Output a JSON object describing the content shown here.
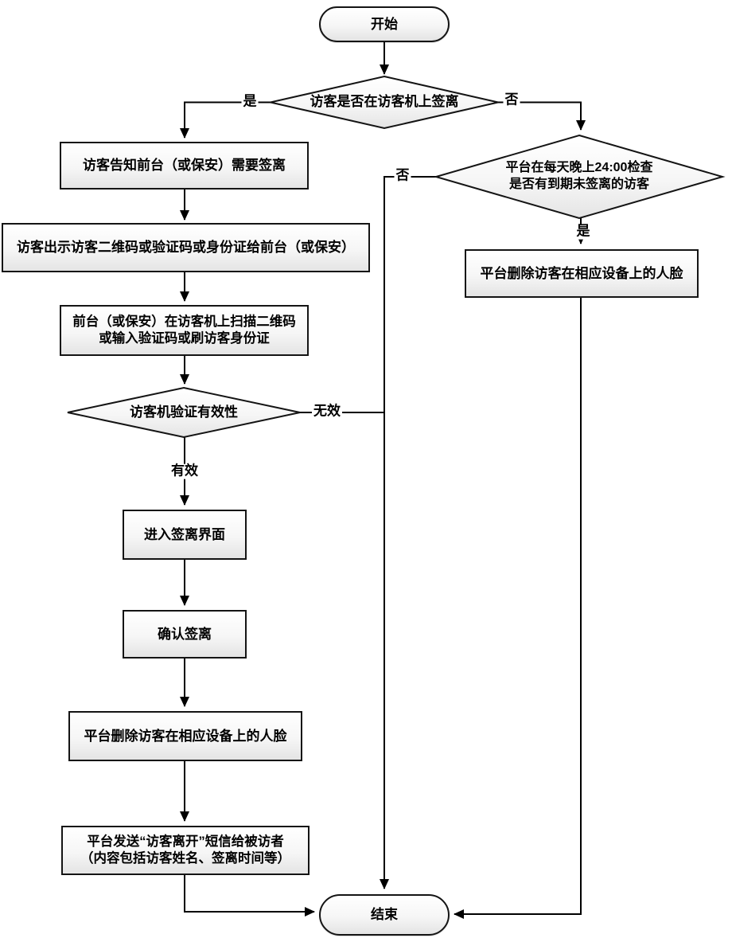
{
  "flowchart": {
    "nodes": {
      "start": {
        "label": "开始"
      },
      "decision_sign_off_at_machine": {
        "label": "访客是否在访客机上签离"
      },
      "visitor_informs_reception": {
        "label": "访客告知前台（或保安）需要签离"
      },
      "visitor_shows_code": {
        "label": "访客出示访客二维码或验证码或身份证给前台（或保安）"
      },
      "reception_scans": {
        "line1": "前台（或保安）在访客机上扫描二维码",
        "line2": "或输入验证码或刷访客身份证"
      },
      "decision_machine_validates": {
        "label": "访客机验证有效性"
      },
      "enter_signoff_screen": {
        "label": "进入签离界面"
      },
      "confirm_signoff": {
        "label": "确认签离"
      },
      "platform_deletes_face_left": {
        "label": "平台删除访客在相应设备上的人脸"
      },
      "platform_sends_sms": {
        "line1": "平台发送“访客离开”短信给被访者",
        "line2": "（内容包括访客姓名、签离时间等）"
      },
      "decision_nightly_check": {
        "line1": "平台在每天晚上24:00检查",
        "line2": "是否有到期未签离的访客"
      },
      "platform_deletes_face_right": {
        "label": "平台删除访客在相应设备上的人脸"
      },
      "end": {
        "label": "结束"
      }
    },
    "edge_labels": {
      "yes_top": "是",
      "no_top": "否",
      "valid": "有效",
      "invalid": "无效",
      "no_right": "否",
      "yes_right": "是"
    },
    "colors": {
      "line": "#000000",
      "node_border": "#141414",
      "node_fill_top": "#ffffff",
      "node_fill_bottom": "#e4e4e4"
    }
  }
}
